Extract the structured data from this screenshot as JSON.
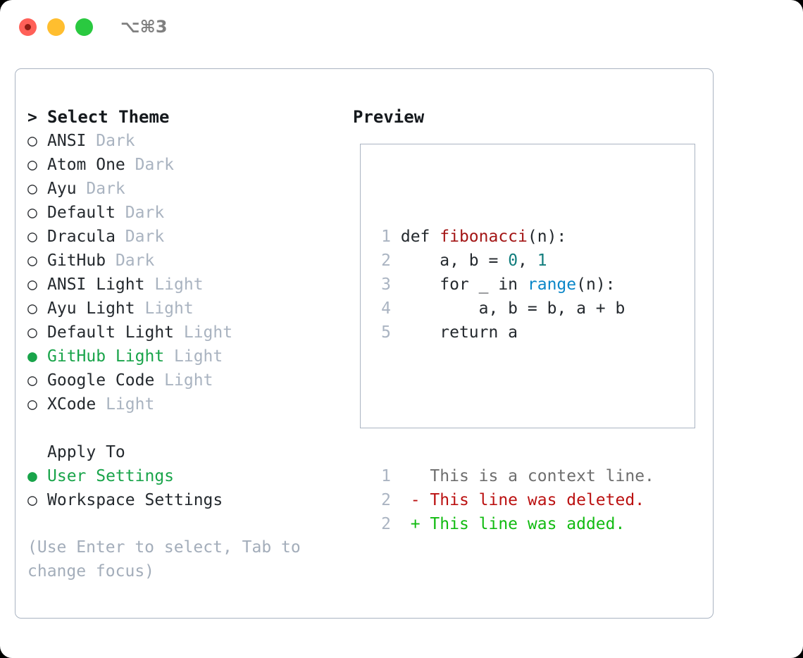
{
  "titlebar": {
    "shortcut": "⌥⌘3",
    "buttons": {
      "close": "close-window",
      "minimize": "minimize-window",
      "zoom": "zoom-window"
    },
    "colors": {
      "close": "#ff6058",
      "minimize": "#ffbe2f",
      "zoom": "#2ac940"
    }
  },
  "colors": {
    "accent_green": "#19a44a",
    "muted": "#a9b3c0",
    "text": "#24292e",
    "border": "#aab4c2",
    "diff_add": "#12bb12",
    "diff_del": "#bb1111",
    "syntax_function": "#a31515",
    "syntax_number": "#117d7d",
    "syntax_keyword": "#0a86c8"
  },
  "theme_list": {
    "header_prefix": ">",
    "header": "Select Theme",
    "bullet_unselected": "○",
    "bullet_selected": "●",
    "items": [
      {
        "name": "ANSI",
        "tag": "Dark",
        "selected": false
      },
      {
        "name": "Atom One",
        "tag": "Dark",
        "selected": false
      },
      {
        "name": "Ayu",
        "tag": "Dark",
        "selected": false
      },
      {
        "name": "Default",
        "tag": "Dark",
        "selected": false
      },
      {
        "name": "Dracula",
        "tag": "Dark",
        "selected": false
      },
      {
        "name": "GitHub",
        "tag": "Dark",
        "selected": false
      },
      {
        "name": "ANSI Light",
        "tag": "Light",
        "selected": false
      },
      {
        "name": "Ayu Light",
        "tag": "Light",
        "selected": false
      },
      {
        "name": "Default Light",
        "tag": "Light",
        "selected": false
      },
      {
        "name": "GitHub Light",
        "tag": "Light",
        "selected": true
      },
      {
        "name": "Google Code",
        "tag": "Light",
        "selected": false
      },
      {
        "name": "XCode",
        "tag": "Light",
        "selected": false
      }
    ]
  },
  "apply_to": {
    "header": "Apply To",
    "items": [
      {
        "name": "User Settings",
        "selected": true
      },
      {
        "name": "Workspace Settings",
        "selected": false
      }
    ]
  },
  "help_text": "(Use Enter to select, Tab to change focus)",
  "preview": {
    "title": "Preview",
    "code_lines": [
      {
        "num": "1",
        "segments": [
          {
            "t": "def ",
            "c": "cl"
          },
          {
            "t": "fibonacci",
            "c": "c-fn"
          },
          {
            "t": "(n):",
            "c": "cl"
          }
        ]
      },
      {
        "num": "2",
        "segments": [
          {
            "t": "    a, b = ",
            "c": "cl"
          },
          {
            "t": "0",
            "c": "c-num"
          },
          {
            "t": ", ",
            "c": "cl"
          },
          {
            "t": "1",
            "c": "c-num"
          }
        ]
      },
      {
        "num": "3",
        "segments": [
          {
            "t": "    for _ in ",
            "c": "cl"
          },
          {
            "t": "range",
            "c": "c-kw"
          },
          {
            "t": "(n):",
            "c": "cl"
          }
        ]
      },
      {
        "num": "4",
        "segments": [
          {
            "t": "        a, b = b, a + b",
            "c": "cl"
          }
        ]
      },
      {
        "num": "5",
        "segments": [
          {
            "t": "    return a",
            "c": "cl"
          }
        ]
      }
    ],
    "diff_lines": [
      {
        "num": "1",
        "marker": " ",
        "text": " This is a context line.",
        "kind": "c-ctx"
      },
      {
        "num": "2",
        "marker": "-",
        "text": " This line was deleted.",
        "kind": "c-del"
      },
      {
        "num": "2",
        "marker": "+",
        "text": " This line was added.",
        "kind": "c-add"
      }
    ]
  }
}
